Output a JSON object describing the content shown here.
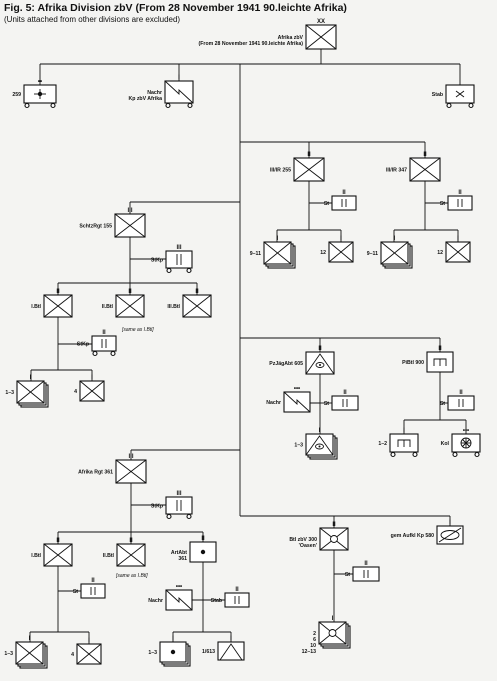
{
  "header": {
    "title": "Fig. 5: Afrika Division zbV (From 28 November 1941 90.leichte Afrika)",
    "subtitle": "(Units attached from other divisions are excluded)"
  },
  "units": [
    {
      "id": "div",
      "label": "Afrika zbV",
      "label2": "(From 28 November 1941 90.leichte Afrika)",
      "type": "inf",
      "echelon": "XX"
    },
    {
      "id": "art259",
      "label": "259",
      "type": "art_wheeled",
      "echelon": "••"
    },
    {
      "id": "nachr",
      "label": "Nachr",
      "label2": "Kp zbV Afrika",
      "type": "signals_wheeled",
      "echelon": "I"
    },
    {
      "id": "stab_div",
      "label": "Stab",
      "type": "hq_wheeled",
      "echelon": ""
    },
    {
      "id": "ir255",
      "label": "III/IR 255",
      "type": "inf",
      "echelon": "II"
    },
    {
      "id": "ir347",
      "label": "III/IR 347",
      "type": "inf",
      "echelon": "II"
    },
    {
      "id": "st255",
      "label": "St",
      "type": "hq",
      "echelon": "II"
    },
    {
      "id": "st347",
      "label": "St",
      "type": "hq",
      "echelon": "II"
    },
    {
      "id": "c911a",
      "label": "9–11",
      "type": "inf_stack",
      "echelon": "I"
    },
    {
      "id": "c12a",
      "label": "12",
      "type": "inf",
      "echelon": "I"
    },
    {
      "id": "c911b",
      "label": "9–11",
      "type": "inf_stack",
      "echelon": "I"
    },
    {
      "id": "c12b",
      "label": "12",
      "type": "inf",
      "echelon": "I"
    },
    {
      "id": "schtz155",
      "label": "SchtzRgt 155",
      "type": "inf",
      "echelon": "III"
    },
    {
      "id": "stkp155",
      "label": "StKp",
      "type": "hq_wheeled",
      "echelon": "III"
    },
    {
      "id": "ibtl155",
      "label": "I.Btl",
      "type": "inf",
      "echelon": "II"
    },
    {
      "id": "iibtl155",
      "label": "II.Btl",
      "type": "inf",
      "echelon": "II"
    },
    {
      "id": "iiibtl155",
      "label": "III.Btl",
      "type": "inf",
      "echelon": "II"
    },
    {
      "id": "stkp_btl",
      "label": "StKp",
      "type": "hq_wheeled",
      "echelon": "II"
    },
    {
      "id": "c13a",
      "label": "1–3",
      "type": "inf_stack",
      "echelon": "I"
    },
    {
      "id": "c4a",
      "label": "4",
      "type": "inf",
      "echelon": "I"
    },
    {
      "id": "pzjag",
      "label": "PzJägAbt 605",
      "type": "atank",
      "echelon": "II"
    },
    {
      "id": "nachr605",
      "label": "Nachr",
      "type": "signals",
      "echelon": "•••"
    },
    {
      "id": "st605",
      "label": "St",
      "type": "hq",
      "echelon": "II"
    },
    {
      "id": "c13pz",
      "label": "1–3",
      "type": "atank_stack",
      "echelon": "I"
    },
    {
      "id": "pibtl",
      "label": "PiBtl 900",
      "type": "eng",
      "echelon": "II"
    },
    {
      "id": "st900",
      "label": "St",
      "type": "hq",
      "echelon": "II"
    },
    {
      "id": "c12pi",
      "label": "1–2",
      "type": "eng_wheeled",
      "echelon": "I"
    },
    {
      "id": "kol",
      "label": "Kol",
      "type": "supply_wheeled",
      "echelon": "•••"
    },
    {
      "id": "rgt361",
      "label": "Afrika Rgt 361",
      "type": "inf",
      "echelon": "III"
    },
    {
      "id": "stkp361",
      "label": "StKp",
      "type": "hq_wheeled",
      "echelon": "III"
    },
    {
      "id": "ibtl361",
      "label": "I.Btl",
      "type": "inf",
      "echelon": "II"
    },
    {
      "id": "iibtl361",
      "label": "II.Btl",
      "type": "inf",
      "echelon": "II"
    },
    {
      "id": "artabt",
      "label": "ArtAbt",
      "label2": "361",
      "type": "art",
      "echelon": "II"
    },
    {
      "id": "st361",
      "label": "St",
      "type": "hq",
      "echelon": "II"
    },
    {
      "id": "c13b",
      "label": "1–3",
      "type": "inf_stack",
      "echelon": "I"
    },
    {
      "id": "c4b",
      "label": "4",
      "type": "inf",
      "echelon": "I"
    },
    {
      "id": "nachr361",
      "label": "Nachr",
      "type": "signals",
      "echelon": "•••"
    },
    {
      "id": "stab361",
      "label": "Stab",
      "type": "hq",
      "echelon": "II"
    },
    {
      "id": "c13art",
      "label": "1–3",
      "type": "art_stack",
      "echelon": "I"
    },
    {
      "id": "b1613",
      "label": "1/613",
      "type": "flak",
      "echelon": "I"
    },
    {
      "id": "oasen",
      "label": "Btl zbV 300",
      "label2": "'Oasen'",
      "type": "inf_circle",
      "echelon": "II"
    },
    {
      "id": "st300",
      "label": "St",
      "type": "hq",
      "echelon": "II"
    },
    {
      "id": "c300",
      "label": "2",
      "label2": "6",
      "label3": "10",
      "label4": "12–13",
      "type": "inf_circle_stack",
      "echelon": "I"
    },
    {
      "id": "aufkl",
      "label": "gem Aufkl Kp 580",
      "type": "recce",
      "echelon": "I"
    }
  ],
  "notes": {
    "same_as_ibtl_155": "[same as I.Btl]",
    "same_as_ibtl_361": "[same as I.Btl]"
  }
}
